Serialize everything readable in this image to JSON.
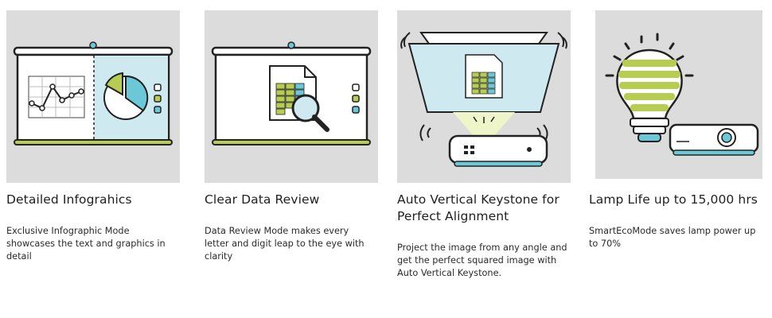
{
  "features": [
    {
      "title": "Detailed Infograhics",
      "description": "Exclusive Infographic Mode showcases the text and graphics in detail",
      "icon": "infographic-screen-icon"
    },
    {
      "title": "Clear Data Review",
      "description": "Data Review Mode makes every letter and digit leap to the eye with clarity",
      "icon": "data-review-screen-icon"
    },
    {
      "title": "Auto Vertical Keystone for Perfect Alignment",
      "description": "Project the image from any angle and get the perfect squared image with Auto Vertical Keystone.",
      "icon": "keystone-projector-icon"
    },
    {
      "title": "Lamp Life up to 15,000 hrs",
      "description": "SmartEcoMode saves lamp power up to 70%",
      "icon": "lamp-projector-icon"
    }
  ],
  "colors": {
    "tile_background": "#dcdcdc",
    "accent_blue": "#6cc8d6",
    "accent_green": "#b7cd52",
    "outline": "#222222"
  }
}
